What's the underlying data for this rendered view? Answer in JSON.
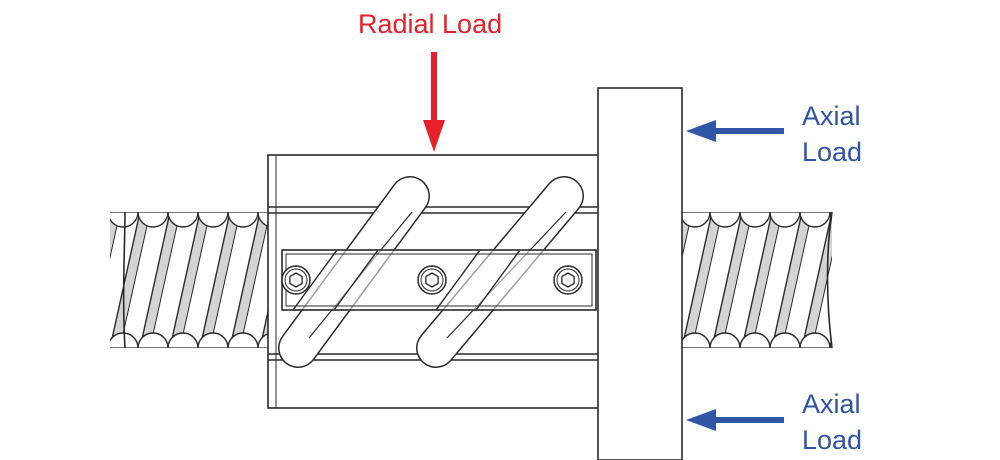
{
  "labels": {
    "radial": "Radial Load",
    "axial_top": [
      "Axial",
      "Load"
    ],
    "axial_bottom": [
      "Axial",
      "Load"
    ]
  },
  "colors": {
    "radial_arrow": "#e8202a",
    "axial_arrow": "#2f55a4",
    "line": "#2a2a2a",
    "shade": "#d4d4d4"
  },
  "icons": [
    "screw-thread",
    "hex-socket-screw-icon",
    "arrow-down-icon",
    "arrow-left-icon"
  ]
}
